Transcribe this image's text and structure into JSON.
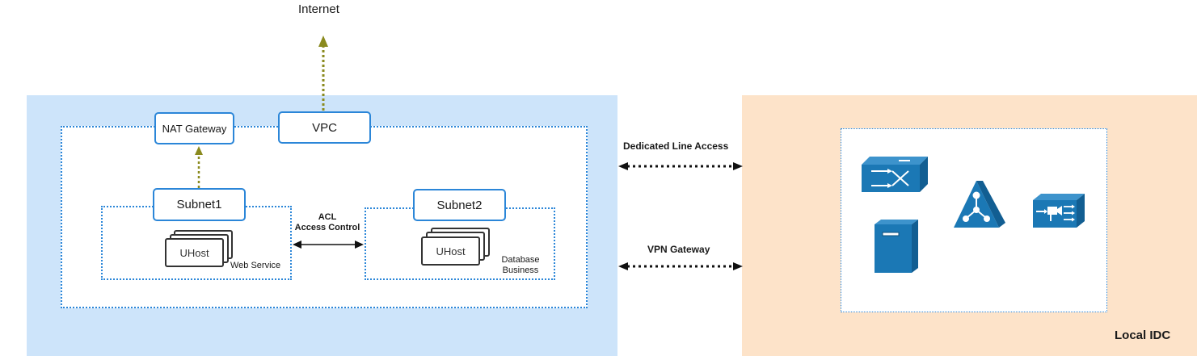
{
  "internet": {
    "label": "Internet"
  },
  "cloud": {
    "nat_gateway": "NAT Gateway",
    "vpc": "VPC",
    "subnet1": {
      "label": "Subnet1",
      "host": "UHost",
      "caption": "Web Service"
    },
    "subnet2": {
      "label": "Subnet2",
      "host": "UHost",
      "caption_line1": "Database",
      "caption_line2": "Business"
    },
    "acl": {
      "line1": "ACL",
      "line2": "Access Control"
    }
  },
  "connections": {
    "dedicated_line": "Dedicated Line Access",
    "vpn": "VPN Gateway"
  },
  "idc": {
    "label": "Local IDC",
    "icons": [
      "switch-icon",
      "server-icon",
      "router-icon",
      "video-gateway-icon"
    ]
  },
  "colors": {
    "cloud_region": "#cde4fa",
    "idc_region": "#fde3c9",
    "boundary_blue": "#2b86d8",
    "olive_arrow": "#8a8a1e",
    "device_blue": "#1b78b5"
  }
}
